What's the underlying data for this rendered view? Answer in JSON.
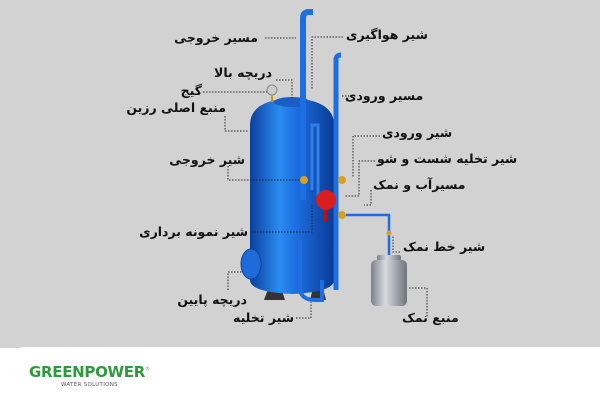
{
  "labels": {
    "outlet_path": "مسیر خروجی",
    "air_vent_valve": "شیر هواگیری",
    "top_hatch": "دریچه بالا",
    "gauge": "گیج",
    "main_resin_tank": "منبع اصلی رزین",
    "inlet_path": "مسیر ورودی",
    "inlet_valve": "شیر ورودی",
    "backwash_drain_valve": "شیر تخلیه شست و شو",
    "water_salt_path": "مسیرآب و نمک",
    "outlet_valve": "شیر خروجی",
    "sampling_valve": "شیر نمونه برداری",
    "salt_line_valve": "شیر خط نمک",
    "bottom_hatch": "دریچه پایین",
    "drain_valve": "شیر تخلیه",
    "salt_tank": "منبع نمک"
  },
  "logo": {
    "name": "GREENPOWER",
    "tagline": "WATER SOLUTIONS",
    "mark": "®"
  },
  "colors": {
    "background": "#d2d2d2",
    "tank": "#1f6fd6",
    "brand": "#2e9a3c",
    "valve": "#d81e1e"
  }
}
